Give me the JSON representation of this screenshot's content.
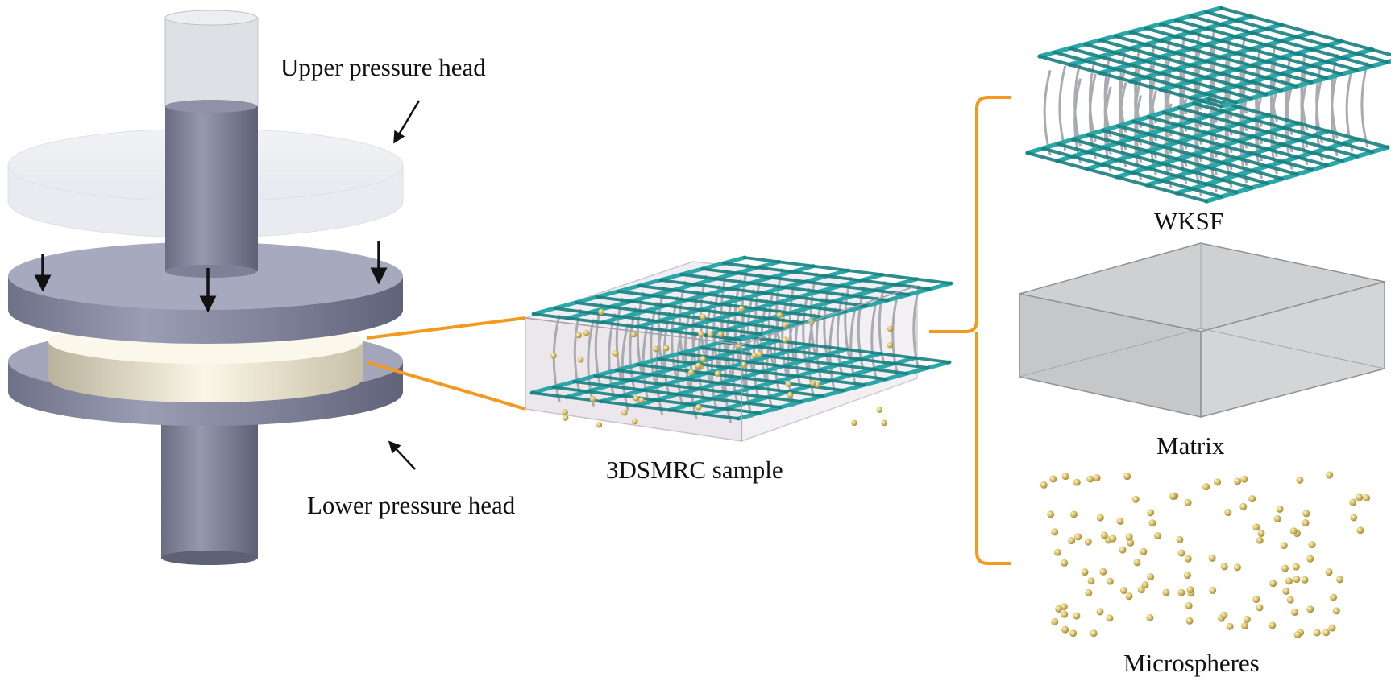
{
  "labels": {
    "upper_head": "Upper pressure head",
    "lower_head": "Lower pressure head",
    "sample": "3DSMRC sample",
    "wksf": "WKSF",
    "matrix": "Matrix",
    "microspheres": "Microspheres"
  },
  "colors": {
    "fiber": "#2aa7a8",
    "fiber_dark": "#1a7f80",
    "yarn": "#a9abb0",
    "microsphere": "#d9c06a",
    "bracket": "#f29a1f",
    "press_steel": "#8c8fa6",
    "matrix": "#c9cbcd"
  }
}
